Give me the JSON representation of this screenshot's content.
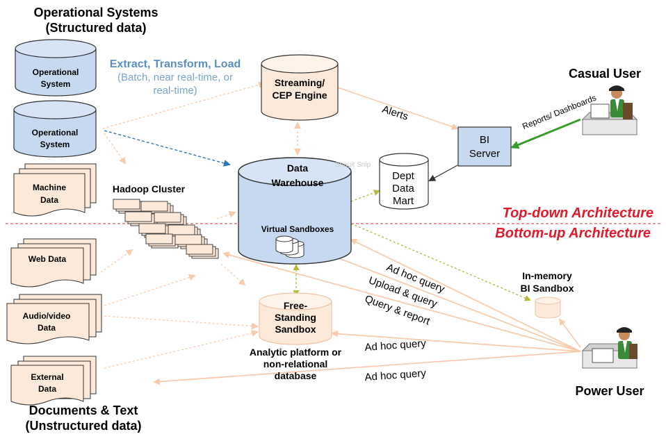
{
  "headings": {
    "structured_line1": "Operational Systems",
    "structured_line2": "(Structured data)",
    "unstructured_line1": "Documents & Text",
    "unstructured_line2": "(Unstructured data)"
  },
  "etl": {
    "title": "Extract, Transform, Load",
    "sub_line1": "(Batch, near real-time, or",
    "sub_line2": "real-time)"
  },
  "sources": {
    "op1": [
      "Operational",
      "System"
    ],
    "op2": [
      "Operational",
      "System"
    ],
    "machine": [
      "Machine",
      "Data"
    ],
    "web": [
      "Web Data"
    ],
    "audio": [
      "Audio/video",
      "Data"
    ],
    "external": [
      "External",
      "Data"
    ]
  },
  "hadoop": {
    "label": "Hadoop Cluster"
  },
  "streaming": [
    "Streaming/",
    "CEP Engine"
  ],
  "warehouse": {
    "title_line1": "Data",
    "title_line2": "Warehouse",
    "sandbox": "Virtual Sandboxes"
  },
  "dept_mart": [
    "Dept",
    "Data",
    "Mart"
  ],
  "bi_server": [
    "BI",
    "Server"
  ],
  "free_sandbox": {
    "name": [
      "Free-",
      "Standing",
      "Sandbox"
    ],
    "caption": [
      "Analytic platform or",
      "non-relational",
      "database"
    ]
  },
  "in_memory": [
    "In-memory",
    "BI Sandbox"
  ],
  "users": {
    "casual": "Casual User",
    "power": "Power User"
  },
  "architecture": {
    "top_down": "Top-down Architecture",
    "bottom_up": "Bottom-up Architecture"
  },
  "arrow_labels": {
    "alerts": "Alerts",
    "reports": "Reports/ Dashboards",
    "adhoc1": "Ad hoc query",
    "upload": "Upload & query",
    "query_report": "Query & report",
    "adhoc2": "Ad hoc query",
    "adhoc3": "Ad hoc query"
  },
  "watermark": "Snagit Snip",
  "colors": {
    "blue_cylinder": "#c6d9f1",
    "peach": "#fde9d9",
    "arrow_peach": "#f8cbad",
    "arrow_blue": "#2e75b6",
    "arrow_green": "#3a9c2c",
    "arrow_olive": "#b5b83a",
    "architecture_red": "#e0192b",
    "etl_blue": "#5a8fc2"
  }
}
